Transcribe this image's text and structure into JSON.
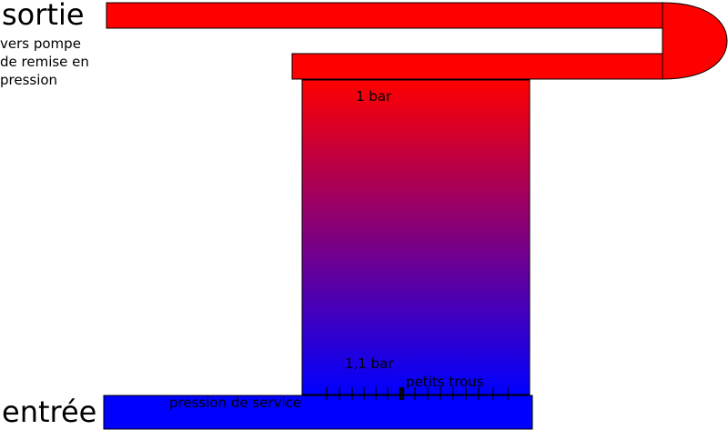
{
  "labels": {
    "outlet": "sortie",
    "outlet_note": [
      "vers pompe",
      "de remise en",
      "pression"
    ],
    "inlet": "entrée",
    "top_pressure": "1 bar",
    "bottom_pressure": "1,1 bar",
    "holes": "petits trous",
    "service_pressure": "pression de service"
  },
  "colors": {
    "outlet_pipe": "#ff0000",
    "inlet_pipe": "#0000ff",
    "gradient_top": "#ff0000",
    "gradient_bottom": "#0000ff",
    "outline": "#000000"
  }
}
